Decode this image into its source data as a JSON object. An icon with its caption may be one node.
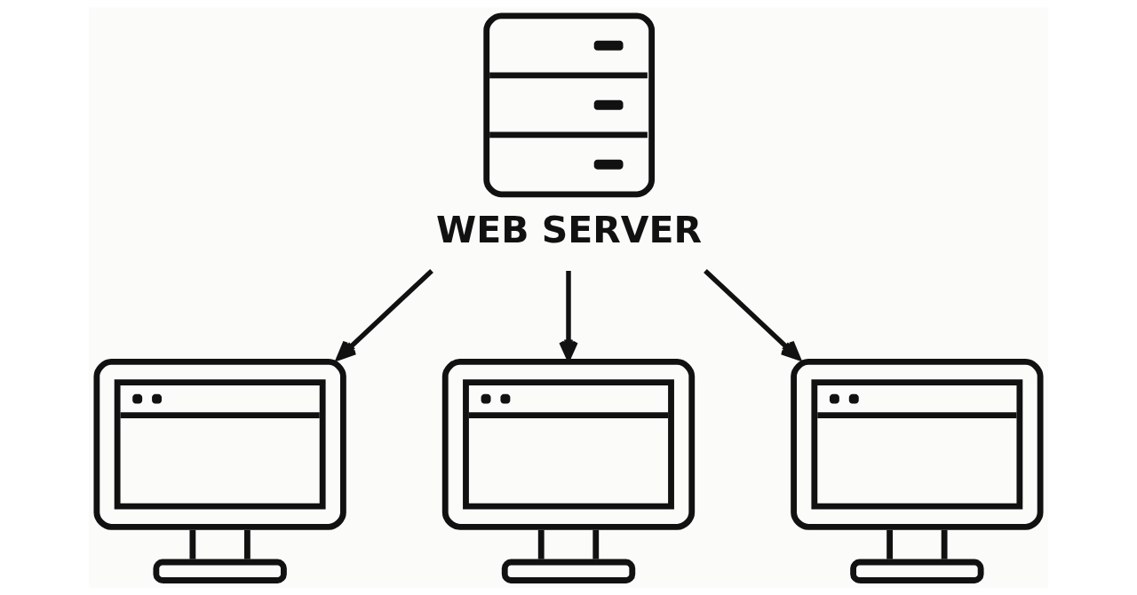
{
  "diagram": {
    "nodes": [
      {
        "text": [
          "WEB SERVER"
        ]
      },
      {
        "text": [],
        "shape": "picture"
      },
      {
        "text": [],
        "shape": "picture"
      },
      {
        "text": [],
        "shape": "picture"
      }
    ],
    "edges": [
      {
        "from": 0,
        "to": 1,
        "arrow": "to"
      },
      {
        "from": 0,
        "to": 2,
        "arrow": "to"
      },
      {
        "from": 0,
        "to": 3,
        "arrow": "to"
      }
    ]
  }
}
